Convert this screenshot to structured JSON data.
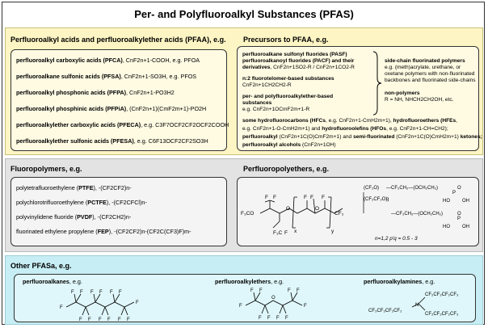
{
  "title": "Per- and Polyfluoroalkyl Substances (PFAS)",
  "pfaa": {
    "heading": "Perfluoroalkyl acids and perfluoroalkylether acids (PFAA), e.g.",
    "items": [
      {
        "name": "perfluoroalkyl carboxylic acids (PFCA)",
        "formula": ", CnF2n+1-COOH, e.g. PFOA"
      },
      {
        "name": "perfluoroalkane sulfonic acids (PFSA)",
        "formula": ", CnF2n+1-SO3H, e.g. PFOS"
      },
      {
        "name": "perfluoroalkyl phosphonic acids (PFPA)",
        "formula": ", CnF2n+1-PO3H2"
      },
      {
        "name": "perfluoroalkyl phosphinic acids (PFPiA)",
        "formula": ", (CnF2n+1)(CmF2m+1)-PO2H"
      },
      {
        "name": "perfluoroalkylether carboxylic acids (PFECA)",
        "formula": ", e.g. C3F7OCF2CF2OCF2COOH"
      },
      {
        "name": "perfluoroalkylether sulfonic acids (PFESA)",
        "formula": ", e.g. C6F13OCF2CF2SO3H"
      }
    ]
  },
  "precursors": {
    "heading": "Precursors to PFAA, e.g.",
    "pasf": "perfluoroalkane sulfonyl fluorides (PASF)",
    "pacf": "perfluoroalkanoyl fluorides (PACF) and their",
    "pacf_derivatives": "derivatives",
    "pacf_formula": ", CnF2n+1SO2-R / CnF2n+1CO2-R",
    "ftb": "n:2 fluorotelomer-based substances",
    "ftb_formula": "CnF2n+1CH2CH2-R",
    "ether": "per- and polyfluoroalkylether-based",
    "ether2": "substances",
    "ether_formula": "e.g. CnF2n+1OCmF2m+1-R",
    "side_chain_title": "side-chain fluorinated polymers",
    "side_chain_text1": "e.g. (meth)acrylate, urethane, or",
    "side_chain_text2": "oxetane polymers with non-fluorinated",
    "side_chain_text3": "backbones and fluorinated side-chains",
    "non_polymers_title": "non-polymers",
    "non_polymers_text": "R = NH, NHCH2CH2OH, etc.",
    "line1_a": "some hydrofluorocarbons (HFCs",
    "line1_b": ", e.g. CnF2n+1-CmH2m+1), ",
    "line1_c": "hydrofluoroethers (HFEs",
    "line1_d": ",",
    "line2_a": "e.g. CnF2n+1-O-CmH2m+1) and ",
    "line2_b": "hydrofluoroolefins (HFOs",
    "line2_c": ", e.g. CnF2n+1-CH=CH2);",
    "line3_a": "perfluoroalkyl",
    "line3_b": " (CnF2n+1C(O)CmF2m+1) and ",
    "line3_c": "semi-fluorinated",
    "line3_d": " (CnF2n+1C(O)CmH2m+1) ",
    "line3_e": "ketones;",
    "line4_a": "perfluoroalkyl alcohols",
    "line4_b": " (CnF2n+1OH)"
  },
  "fluoropolymers": {
    "heading": "Fluoropolymers, e.g.",
    "items": [
      {
        "pre": "polytetrafluoroethylene (",
        "abbr": "PTFE",
        "post": "), -(CF2CF2)n-"
      },
      {
        "pre": "polychlorotrifluoroethylene (",
        "abbr": "PCTFE",
        "post": "), -(CF2CFCl)n-"
      },
      {
        "pre": "polyvinylidene fluoride (",
        "abbr": "PVDF",
        "post": "), -(CF2CH2)n-"
      },
      {
        "pre": "fluorinated ethylene propylene (",
        "abbr": "FEP",
        "post": "), -(CF2CF2)n-(CF2C(CF3)F)m-"
      }
    ]
  },
  "pfpe": {
    "heading": "Perfluoropolyethers, e.g.",
    "note": "n=1,2 p'q = 0.5 - 3"
  },
  "other": {
    "heading": "Other PFASa, e.g.",
    "alkanes": "perfluoroalkanes",
    "alkanes_suffix": ", e.g.",
    "ethers": "perfluoroalkylethers",
    "ethers_suffix": ", e.g.",
    "amines": "perfluoroalkylamines",
    "amines_suffix": ", e.g."
  },
  "colors": {
    "pfaa_band": "#fdf5c4",
    "fluoropolymer_band": "#e3e3e3",
    "other_band": "#c7eef4"
  }
}
